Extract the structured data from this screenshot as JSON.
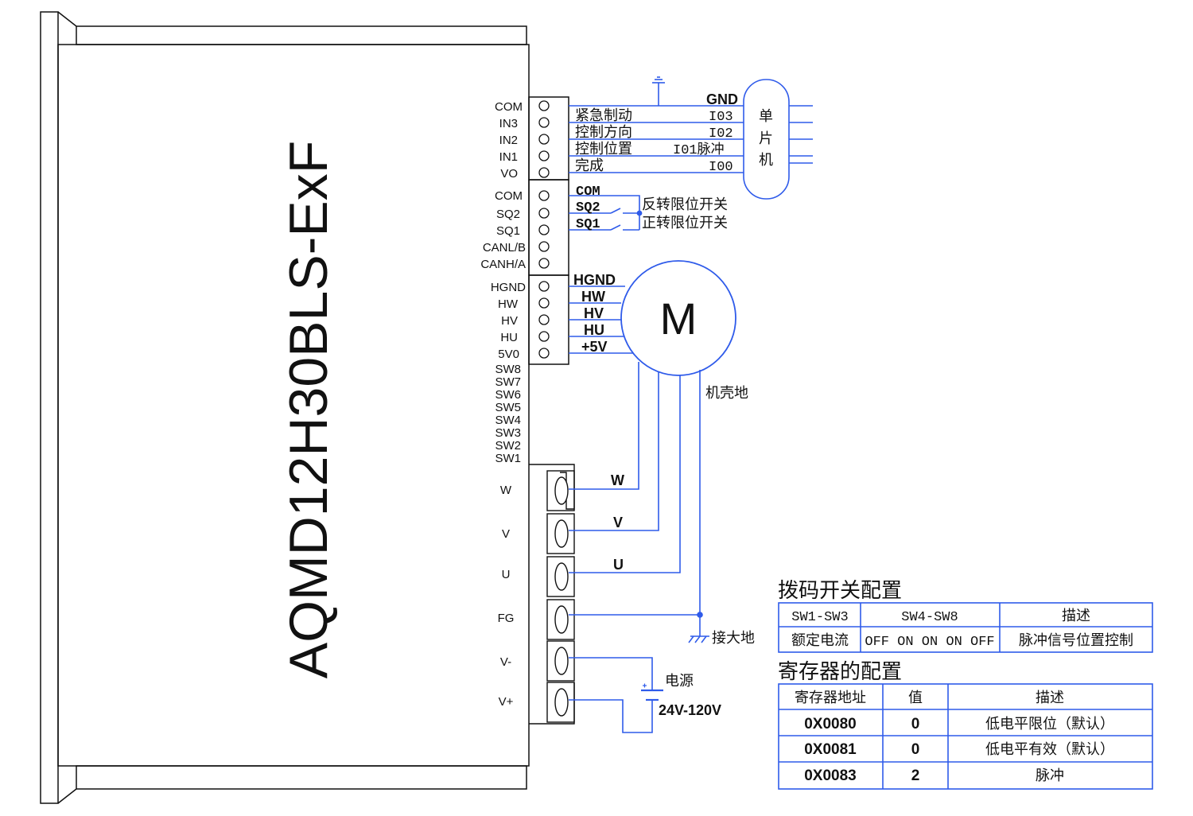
{
  "device": {
    "model": "AQMD12H30BLS-ExF",
    "terminals_top": [
      "COM",
      "IN3",
      "IN2",
      "IN1",
      "VO",
      "COM",
      "SQ2",
      "SQ1",
      "CANL/B",
      "CANH/A",
      "HGND",
      "HW",
      "HV",
      "HU",
      "5V0"
    ],
    "dip_labels": [
      "SW8",
      "SW7",
      "SW6",
      "SW5",
      "SW4",
      "SW3",
      "SW2",
      "SW1"
    ],
    "power_terminals": [
      "W",
      "V",
      "U",
      "FG",
      "V-",
      "V+"
    ]
  },
  "signals": {
    "gnd": "GND",
    "lines": [
      {
        "cn": "紧急制动",
        "io": "I03"
      },
      {
        "cn": "控制方向",
        "io": "I02"
      },
      {
        "cn": "控制位置",
        "io": "I01脉冲"
      },
      {
        "cn": "完成",
        "io": "I00"
      }
    ],
    "mcu": [
      "单",
      "片",
      "机"
    ]
  },
  "limits": {
    "com": "COM",
    "sq2": "SQ2",
    "sq1": "SQ1",
    "reverse": "反转限位开关",
    "forward": "正转限位开关"
  },
  "motor": {
    "label": "M",
    "hall_lines": [
      "HGND",
      "HW",
      "HV",
      "HU",
      "+5V"
    ],
    "phases": [
      "W",
      "V",
      "U"
    ],
    "shell": "机壳地",
    "earth": "接大地"
  },
  "power": {
    "label": "电源",
    "voltage": "24V-120V"
  },
  "dip_table": {
    "title": "拨码开关配置",
    "headers": [
      "SW1-SW3",
      "SW4-SW8",
      "描述"
    ],
    "row": [
      "额定电流",
      "OFF ON ON ON OFF",
      "脉冲信号位置控制"
    ]
  },
  "reg_table": {
    "title": "寄存器的配置",
    "headers": [
      "寄存器地址",
      "值",
      "描述"
    ],
    "rows": [
      [
        "0X0080",
        "0",
        "低电平限位（默认）"
      ],
      [
        "0X0081",
        "0",
        "低电平有效（默认）"
      ],
      [
        "0X0083",
        "2",
        "脉冲"
      ]
    ]
  },
  "colors": {
    "wire": "#2f5bea",
    "outline": "#111111"
  }
}
